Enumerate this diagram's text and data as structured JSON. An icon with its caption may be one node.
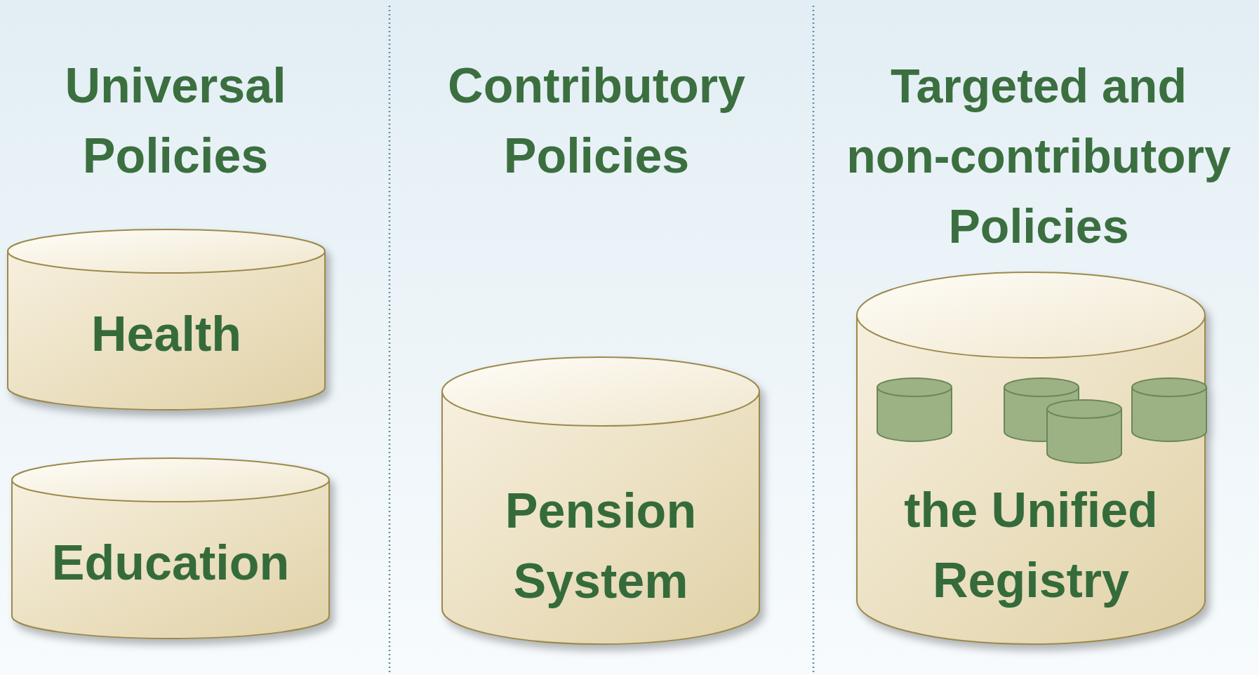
{
  "diagram": {
    "nodes": [
      {
        "text": [
          "Health"
        ]
      },
      {
        "text": [
          "Education"
        ]
      },
      {
        "text": [
          "Pension System"
        ]
      },
      {
        "text": [
          "the Unified Registry"
        ]
      },
      {
        "text": [],
        "shape": "cylinder",
        "in": 3
      },
      {
        "text": [],
        "shape": "cylinder",
        "in": 3
      },
      {
        "text": [],
        "shape": "cylinder",
        "in": 3
      },
      {
        "text": [],
        "shape": "cylinder",
        "in": 3
      }
    ],
    "labels": [
      "Universal Policies",
      "Contributory Policies",
      "Targeted and non-contributory Policies"
    ]
  }
}
